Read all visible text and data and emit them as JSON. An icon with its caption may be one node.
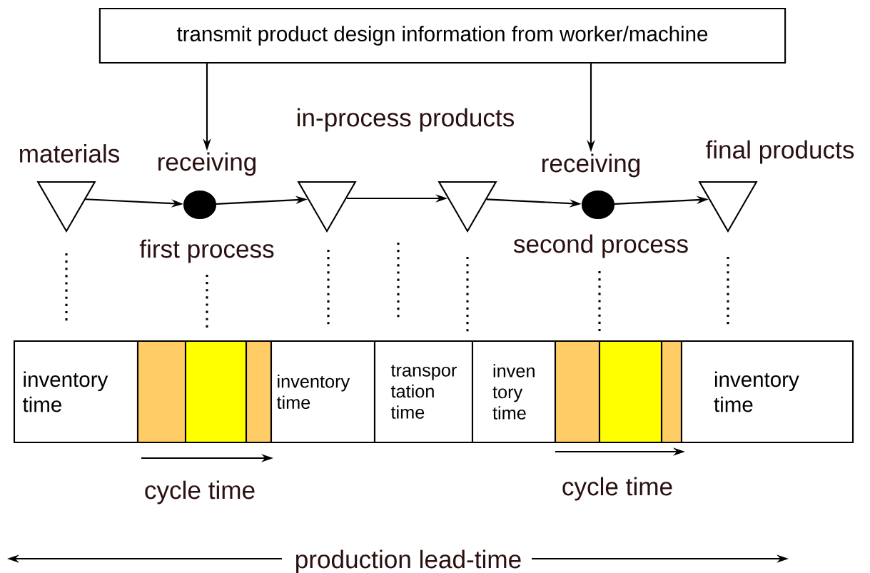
{
  "diagram": {
    "nodes": [
      {
        "text": [
          "transmit product design information from worker/machine"
        ]
      },
      {
        "text": [],
        "shape": "triangle",
        "beside": [
          "materials"
        ]
      },
      {
        "text": [],
        "shape": "circle",
        "beside": [
          "receiving",
          "first process"
        ]
      },
      {
        "text": [],
        "shape": "triangle"
      },
      {
        "text": [],
        "shape": "triangle"
      },
      {
        "text": [],
        "shape": "circle",
        "beside": [
          "receiving",
          "second process"
        ]
      },
      {
        "text": [],
        "shape": "triangle",
        "beside": [
          "final products"
        ]
      },
      {
        "text": [
          "inventory time"
        ]
      },
      {
        "text": [],
        "shape": "box"
      },
      {
        "text": [],
        "shape": "box"
      },
      {
        "text": [],
        "shape": "box"
      },
      {
        "text": [
          "inventory time"
        ]
      },
      {
        "text": [
          "transpor tation time"
        ]
      },
      {
        "text": [
          "inven tory time"
        ]
      },
      {
        "text": [],
        "shape": "box"
      },
      {
        "text": [],
        "shape": "box"
      },
      {
        "text": [],
        "shape": "box"
      },
      {
        "text": [
          "inventory time"
        ]
      }
    ],
    "edges": [
      {
        "from": 0,
        "to": 2,
        "arrow": "to"
      },
      {
        "from": 0,
        "to": 5,
        "arrow": "to"
      },
      {
        "from": 1,
        "to": 2,
        "arrow": "to"
      },
      {
        "from": 2,
        "to": 3,
        "arrow": "to"
      },
      {
        "from": 3,
        "to": 4,
        "arrow": "to"
      },
      {
        "from": 4,
        "to": 5,
        "arrow": "to"
      },
      {
        "from": 5,
        "to": 6,
        "arrow": "to"
      }
    ],
    "labels": [
      "in-process products",
      "cycle time",
      "cycle time",
      "production lead-time"
    ]
  }
}
